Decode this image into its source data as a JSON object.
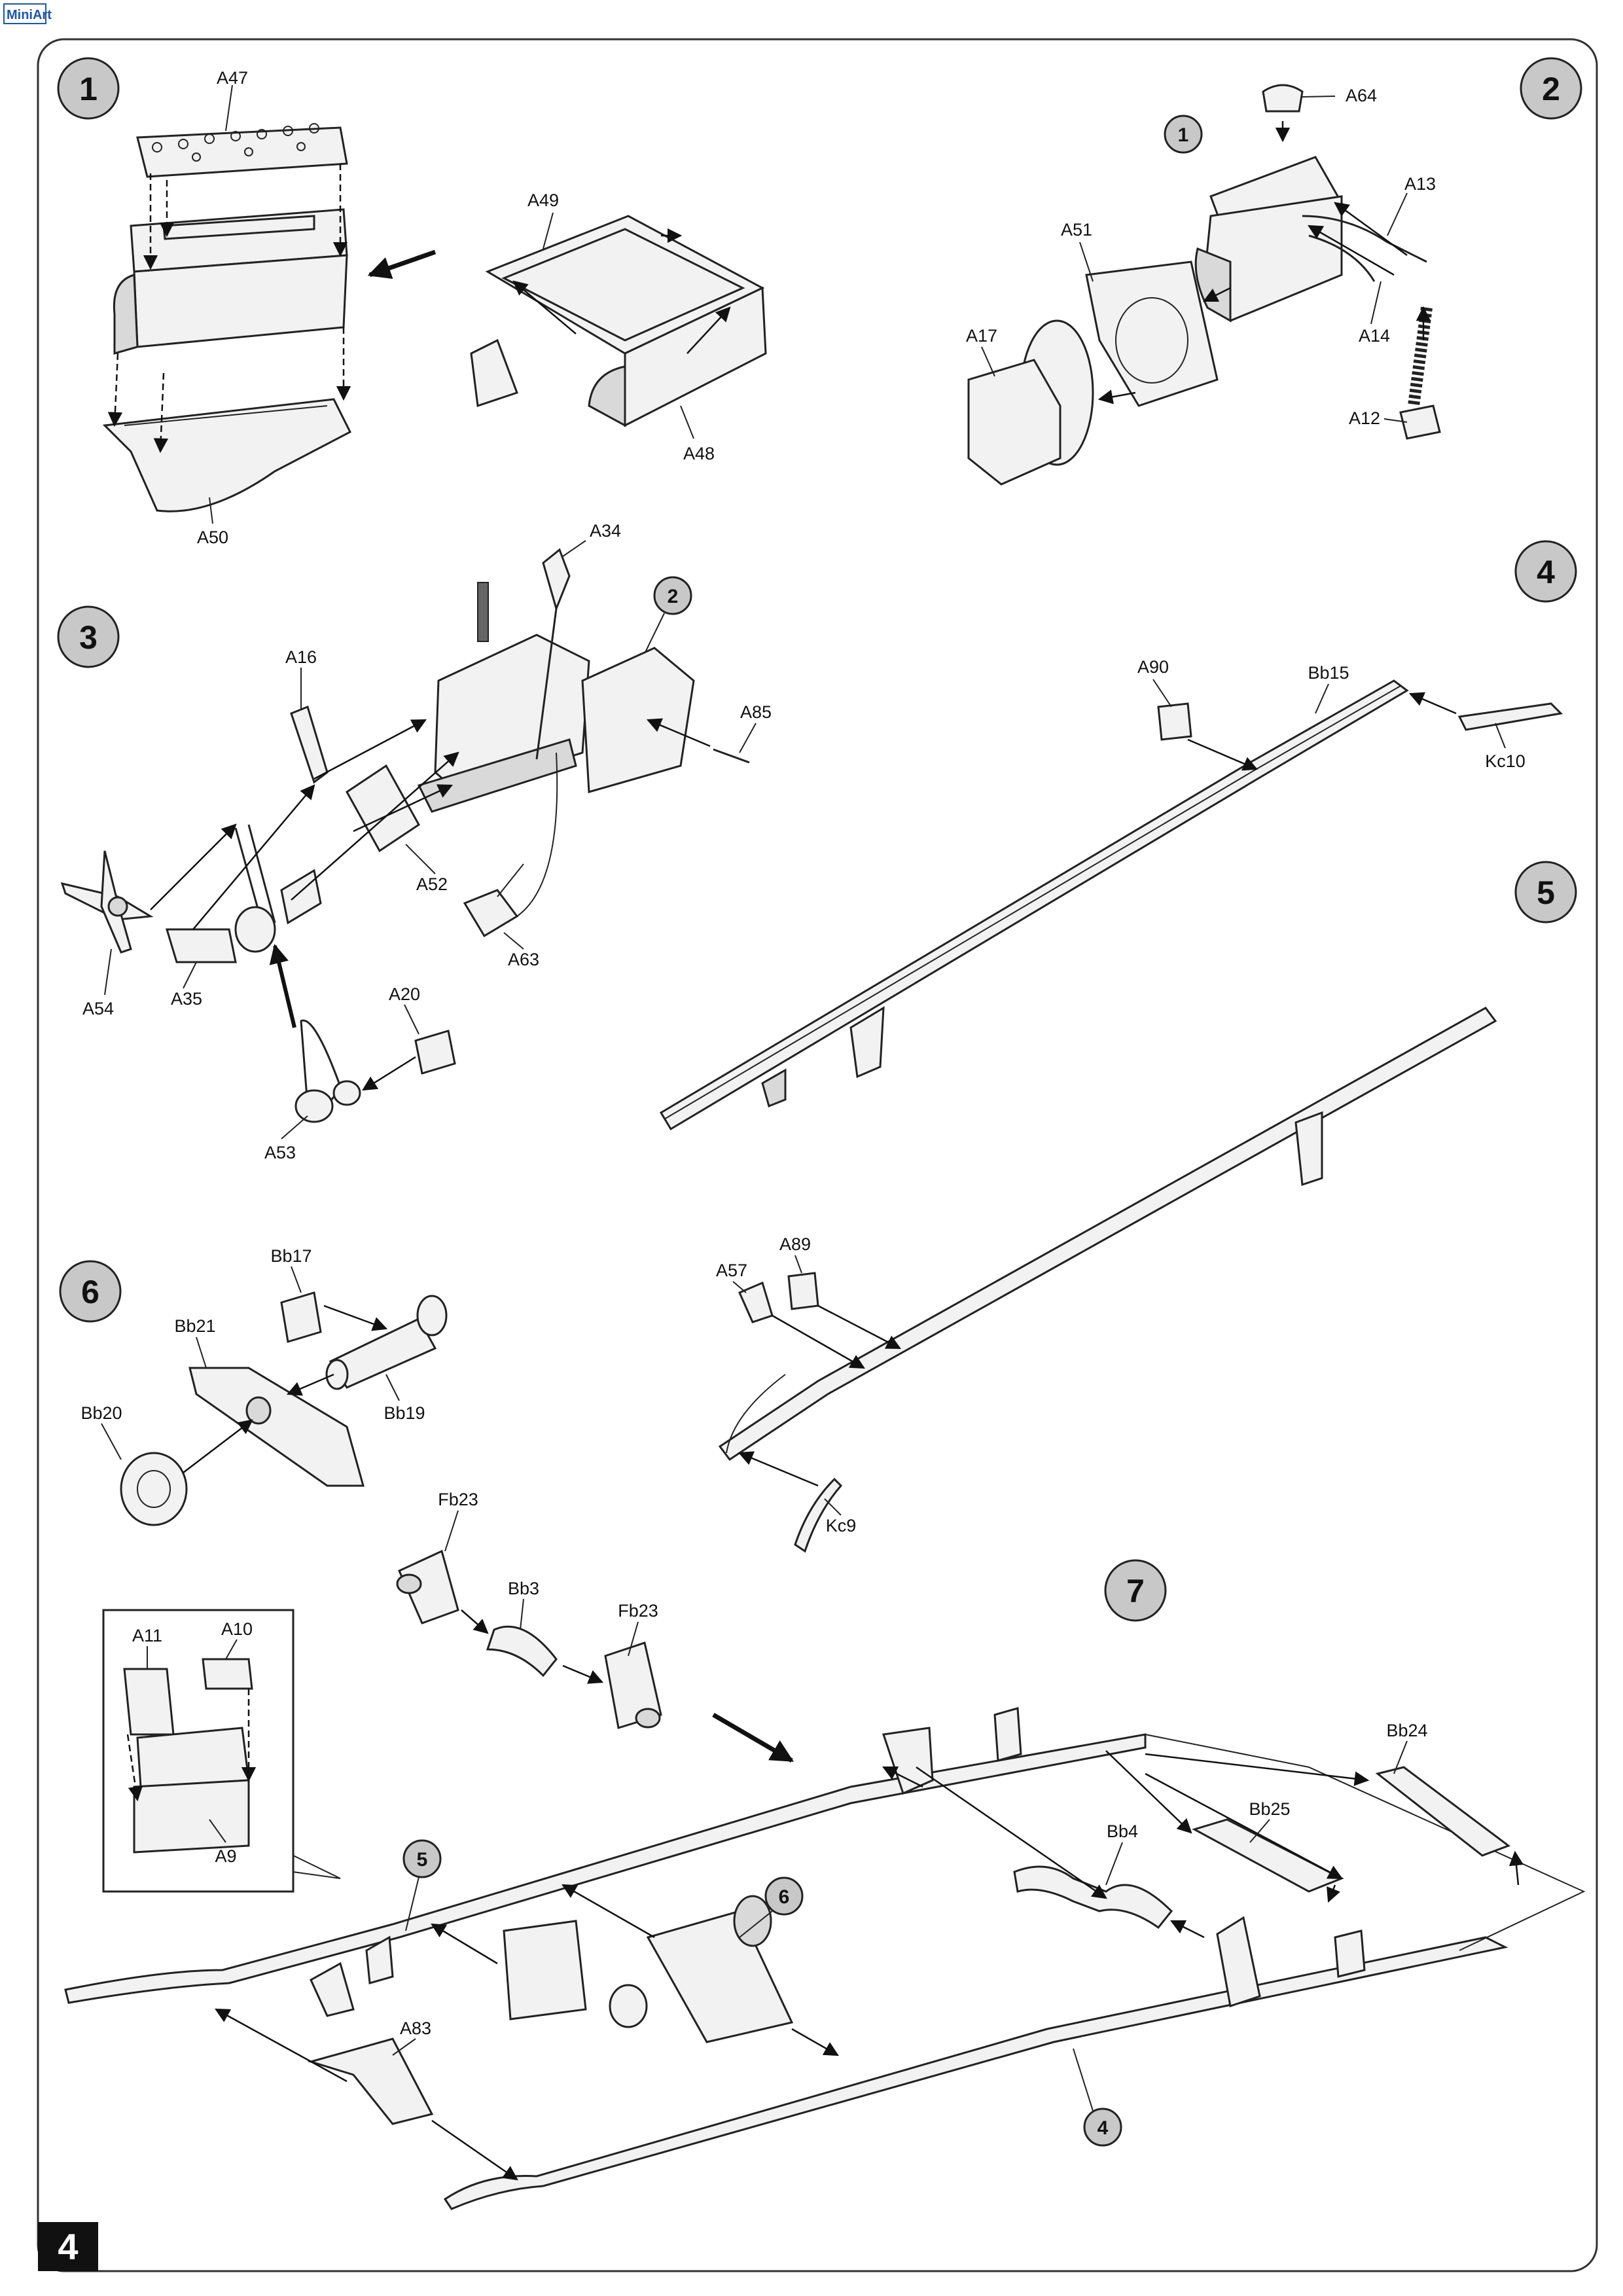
{
  "header": {
    "logo_text": "MiniArt"
  },
  "page_number": "4",
  "steps": {
    "s1": "1",
    "s2": "2",
    "s3": "3",
    "s4": "4",
    "s5": "5",
    "s6": "6",
    "s7": "7"
  },
  "subassembly_refs": {
    "in_step2": "1",
    "in_step3": "2",
    "in_step7_a": "5",
    "in_step7_b": "6",
    "in_step7_c": "4"
  },
  "labels": {
    "A47": "A47",
    "A49": "A49",
    "A48": "A48",
    "A50": "A50",
    "A64": "A64",
    "A51": "A51",
    "A13": "A13",
    "A17": "A17",
    "A14": "A14",
    "A12": "A12",
    "A34": "A34",
    "A16": "A16",
    "A85": "A85",
    "A52": "A52",
    "A63": "A63",
    "A54": "A54",
    "A35": "A35",
    "A20": "A20",
    "A53": "A53",
    "A90": "A90",
    "Bb15": "Bb15",
    "Kc10": "Kc10",
    "Bb17": "Bb17",
    "Bb21": "Bb21",
    "Bb19": "Bb19",
    "Bb20": "Bb20",
    "A57": "A57",
    "A89": "A89",
    "Kc9": "Kc9",
    "Fb23_top": "Fb23",
    "Bb3": "Bb3",
    "Fb23_bottom": "Fb23",
    "A11": "A11",
    "A10": "A10",
    "A9": "A9",
    "Bb24": "Bb24",
    "Bb25": "Bb25",
    "Bb4": "Bb4",
    "A83": "A83"
  }
}
